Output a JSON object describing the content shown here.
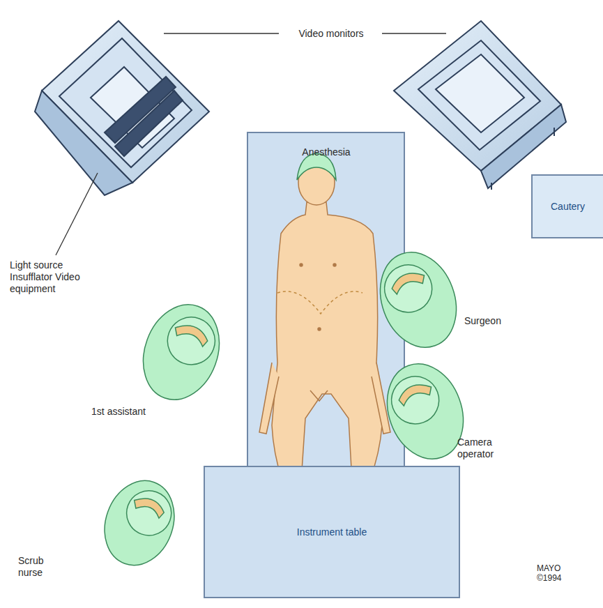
{
  "diagram": {
    "nodes": [
      {
        "text": [
          "Cautery"
        ]
      },
      {
        "text": [
          "Instrument table"
        ]
      }
    ],
    "labels": [
      "Video monitors",
      "Anesthesia",
      "Light source Insufflator Video equipment",
      "Surgeon",
      "1st assistant",
      "Camera operator",
      "Scrub nurse",
      "MAYO ©1994"
    ]
  }
}
